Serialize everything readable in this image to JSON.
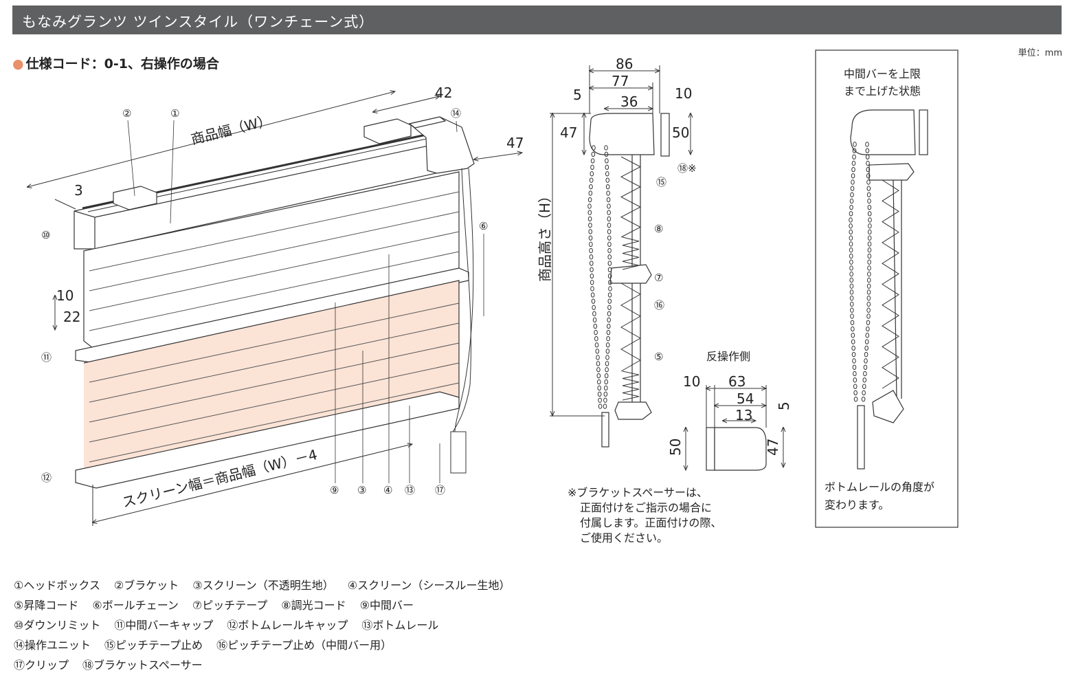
{
  "header": {
    "title": "もなみグランツ ツインスタイル（ワンチェーン式）"
  },
  "unit": "単位：mm",
  "spec_heading": "仕様コード：0-1、右操作の場合",
  "main_view": {
    "dim_w": "商品幅（W）",
    "dim_screen": "スクリーン幅＝商品幅（W）－4",
    "dims": {
      "d42": "42",
      "d47": "47",
      "d3": "3",
      "d10": "10",
      "d22": "22"
    },
    "callouts": {
      "c1": "①",
      "c2": "②",
      "c3": "③",
      "c4": "④",
      "c6": "⑥",
      "c9": "⑨",
      "c10": "⑩",
      "c11": "⑪",
      "c12": "⑫",
      "c13": "⑬",
      "c14": "⑭",
      "c17": "⑰"
    }
  },
  "side_view": {
    "dims": {
      "d86": "86",
      "d77": "77",
      "d36": "36",
      "d5": "5",
      "d10": "10",
      "d47": "47",
      "d50": "50"
    },
    "height_label": "商品高さ（H）",
    "callouts": {
      "c18": "⑱※",
      "c15": "⑮",
      "c8": "⑧",
      "c7": "⑦",
      "c16": "⑯",
      "c5": "⑤"
    }
  },
  "reverse_view": {
    "title": "反操作側",
    "dims": {
      "d10": "10",
      "d63": "63",
      "d54": "54",
      "d13": "13",
      "d5": "5",
      "d50": "50",
      "d47": "47"
    }
  },
  "bracket_note": [
    "※ブラケットスペーサーは、",
    "正面付けをご指示の場合に",
    "付属します。正面付けの際、",
    "ご使用ください。"
  ],
  "inset": {
    "caption": [
      "中間バーを上限",
      "まで上げた状態"
    ],
    "note": [
      "ボトムレールの角度が",
      "変わります。"
    ]
  },
  "legend": [
    [
      "①ヘッドボックス",
      "②ブラケット",
      "③スクリーン（不透明生地）",
      "④スクリーン（シースルー生地）"
    ],
    [
      "⑤昇降コード",
      "⑥ボールチェーン",
      "⑦ピッチテープ",
      "⑧調光コード",
      "⑨中間バー"
    ],
    [
      "⑩ダウンリミット",
      "⑪中間バーキャップ",
      "⑫ボトムレールキャップ",
      "⑬ボトムレール"
    ],
    [
      "⑭操作ユニット",
      "⑮ピッチテープ止め",
      "⑯ピッチテープ止め（中間バー用）"
    ],
    [
      "⑰クリップ",
      "⑱ブラケットスペーサー"
    ]
  ],
  "colors": {
    "title_bar": "#5f6062",
    "screen_fill": "#fbe3d6",
    "accent_dot": "#e8906a",
    "line": "#333333"
  }
}
